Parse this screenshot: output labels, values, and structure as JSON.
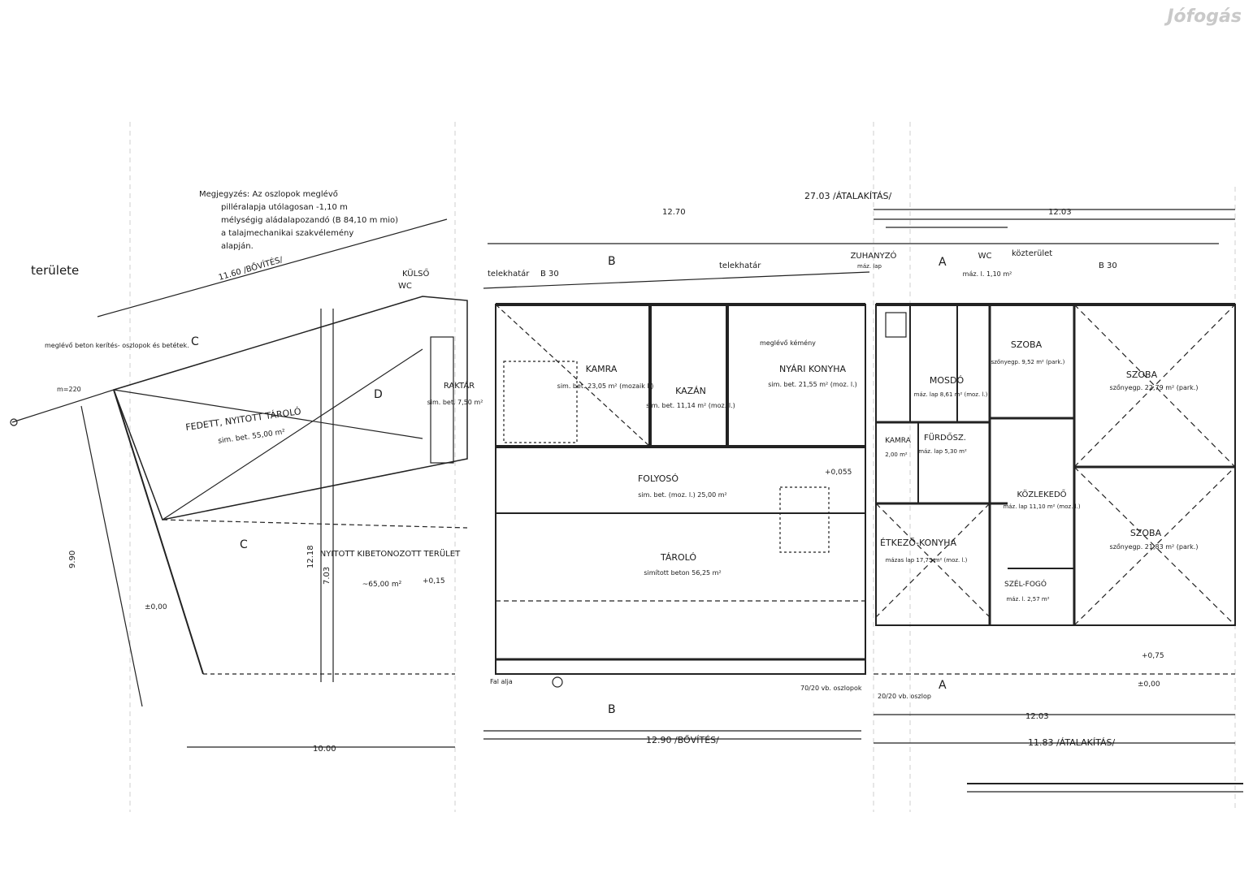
{
  "watermark": "Jófogás",
  "note": {
    "lines": [
      "Megjegyzés: Az oszlopok meglévő",
      "pilléralapja utólagosan -1,10 m",
      "mélységig aládalapozandó (B 84,10 m mio)",
      "a talajmechanikai szakvélemény",
      "alapján."
    ]
  },
  "labels": {
    "terulete": "területe",
    "bovites_top": "11.60 /BŐVÍTÉS/",
    "atalakitas_top": "27.03 /ÁTALAKÍTÁS/",
    "telekhatar1": "telekhatár",
    "telekhatar2": "telekhatár",
    "kozterulet": "közterület",
    "kulso_wc": "KÜLSŐ",
    "kulso_wc2": "WC",
    "meglevo_kerites": "meglévő beton kerítés- oszlopok és betétek.",
    "m220": "m=220",
    "b30_left": "B 30",
    "b30_right": "B 30",
    "fal_alja": "Fal alja",
    "oszlopok": "70/20 vb. oszlopok",
    "oszlop": "20/20 vb. oszlop",
    "bovites_bottom": "12.90 /BŐVÍTÉS/",
    "atalakitas_bottom": "11.83 /ÁTALAKÍTÁS/",
    "dim_1270_top": "12.70",
    "dim_1203_top": "12.03",
    "dim_1203_bottom": "12.03",
    "dim_1000": "10.00",
    "dim_990": "9.90",
    "dim_1218": "12.18",
    "dim_703": "7.03",
    "sec_a_top": "A",
    "sec_a_bottom": "A",
    "sec_b_top": "B",
    "sec_b_bottom": "B",
    "sec_c_top": "C",
    "sec_c_bottom": "C",
    "sec_d": "D",
    "elev_000": "±0,00",
    "elev_000b": "±0,00",
    "elev_015": "+0,15",
    "elev_055": "+0,055",
    "elev_075": "+0,75",
    "meglevo_kemeny": "meglévő kémény"
  },
  "rooms": [
    {
      "name": "FEDETT, NYITOTT TÁROLÓ",
      "sub": "sim. bet. 55,00 m²"
    },
    {
      "name": "NYITOTT KIBETONOZOTT TERÜLET",
      "sub": "~65,00 m²"
    },
    {
      "name": "RAKTÁR",
      "sub": "sim. bet. 7,50 m²"
    },
    {
      "name": "KAMRA",
      "sub": "sim. bet. 23,05 m² (mozaik l.)"
    },
    {
      "name": "KAZÁN",
      "sub": "sim. bet. 11,14 m² (moz. l.)"
    },
    {
      "name": "NYÁRI KONYHA",
      "sub": "sim. bet. 21,55 m² (moz. l.)"
    },
    {
      "name": "FOLYOSÓ",
      "sub": "sim. bet. (moz. l.) 25,00 m²"
    },
    {
      "name": "TÁROLÓ",
      "sub": "simított beton 56,25 m²"
    },
    {
      "name": "ZUHANYZÓ",
      "sub": "máz. lap"
    },
    {
      "name": "MOSDÓ",
      "sub": "máz. lap 8,61 m² (moz. l.)"
    },
    {
      "name": "WC",
      "sub": "máz. l. 1,10 m²"
    },
    {
      "name": "SZOBA",
      "sub": "szőnyegp. 9,52 m² (park.)"
    },
    {
      "name": "SZOBA",
      "sub": "szőnyegp. 22,79 m² (park.)"
    },
    {
      "name": "FÜRDŐSZ.",
      "sub": "máz. lap 5,30 m²"
    },
    {
      "name": "KAMRA",
      "sub": "2,00 m²"
    },
    {
      "name": "KÖZLEKEDŐ",
      "sub": "máz. lap 11,10 m² (moz. l.)"
    },
    {
      "name": "ÉTKEZŐ-KONYHA",
      "sub": "mázas lap 17,75 m² (moz. l.)"
    },
    {
      "name": "SZÉL-FOGÓ",
      "sub": "máz. l. 2,57 m²"
    },
    {
      "name": "SZOBA",
      "sub": "szőnyegp. 21,83 m² (park.)"
    }
  ]
}
